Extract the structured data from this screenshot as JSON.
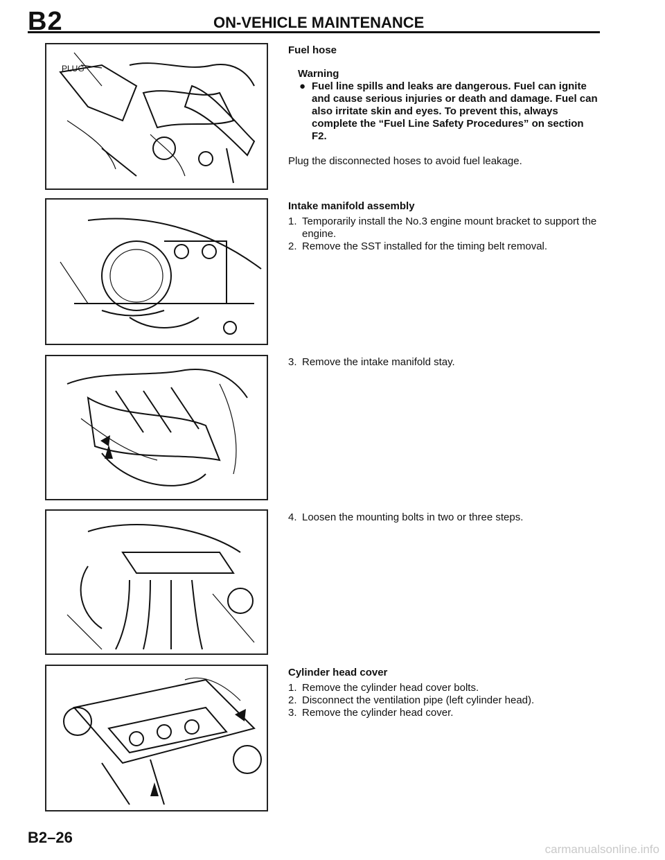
{
  "header": {
    "section_code": "B2",
    "section_title": "ON-VEHICLE MAINTENANCE"
  },
  "figures": [
    {
      "label": "PLUG"
    }
  ],
  "fuel_hose": {
    "heading": "Fuel hose",
    "warning_title": "Warning",
    "warning_bullet": "●",
    "warning_text": "Fuel line spills and leaks are dangerous. Fuel can ignite and cause serious injuries or death and damage. Fuel can also irritate skin and eyes. To prevent this, always complete the “Fuel Line Safety Procedures” on section F2.",
    "instruction": "Plug the disconnected hoses to avoid fuel leakage."
  },
  "intake_manifold": {
    "heading": "Intake manifold assembly",
    "steps": [
      {
        "num": "1.",
        "text": "Temporarily install the No.3 engine mount bracket to support the engine."
      },
      {
        "num": "2.",
        "text": "Remove the SST installed for the timing belt removal."
      }
    ],
    "step3": {
      "num": "3.",
      "text": "Remove the intake manifold stay."
    },
    "step4": {
      "num": "4.",
      "text": "Loosen the mounting bolts in two or three steps."
    }
  },
  "cylinder_head_cover": {
    "heading": "Cylinder head cover",
    "steps": [
      {
        "num": "1.",
        "text": "Remove the cylinder head cover bolts."
      },
      {
        "num": "2.",
        "text": "Disconnect the ventilation pipe (left cylinder head)."
      },
      {
        "num": "3.",
        "text": "Remove the cylinder head cover."
      }
    ]
  },
  "footer": {
    "page_number": "B2–26",
    "watermark": "carmanualsonline.info"
  }
}
